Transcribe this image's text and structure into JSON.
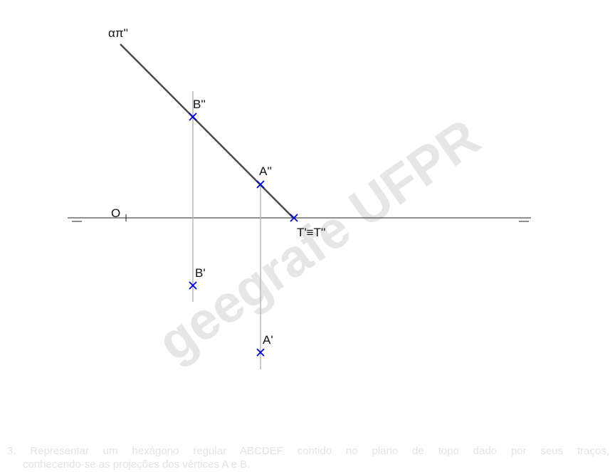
{
  "labels": {
    "plane_trace": "απ''",
    "origin": "O",
    "b_vertical": "B''",
    "a_vertical": "A''",
    "t_point": "T'≡T''",
    "b_horizontal": "B'",
    "a_horizontal": "A'"
  },
  "watermark": "geegrafe UFPR",
  "caption": {
    "line1": "3. Representar um hexágono regular ABCDEF contido no plano de topo dado por seus traços,",
    "line2": "conhecendo-se as projeções dos vértices A e B."
  },
  "colors": {
    "point_marker": "#0000cc",
    "plane_trace": "#4a4a4a",
    "ground_line": "#222222",
    "recall_line": "#b8b8b8",
    "watermark": "#e6e6e6",
    "caption": "#e3e3e3"
  }
}
